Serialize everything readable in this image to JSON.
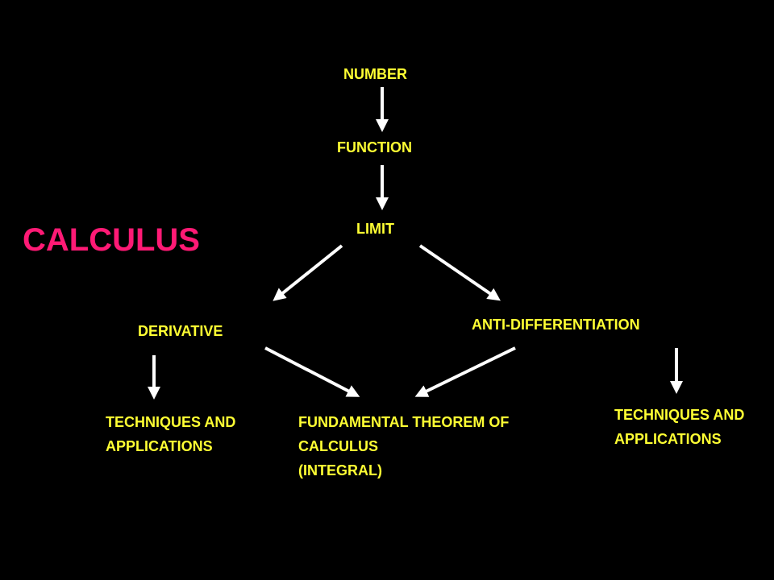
{
  "title": "CALCULUS",
  "nodes": {
    "number": "NUMBER",
    "function": "FUNCTION",
    "limit": "LIMIT",
    "derivative": "DERIVATIVE",
    "anti_differentiation": "ANTI-DIFFERENTIATION",
    "techniques_left": [
      "TECHNIQUES AND",
      "APPLICATIONS"
    ],
    "fundamental_theorem": [
      "FUNDAMENTAL THEOREM OF",
      "CALCULUS",
      "(INTEGRAL)"
    ],
    "techniques_right": [
      "TECHNIQUES AND",
      "APPLICATIONS"
    ]
  },
  "colors": {
    "background": "#000000",
    "title": "#ff1a75",
    "node_text": "#ffff33",
    "arrow": "#ffffff"
  }
}
